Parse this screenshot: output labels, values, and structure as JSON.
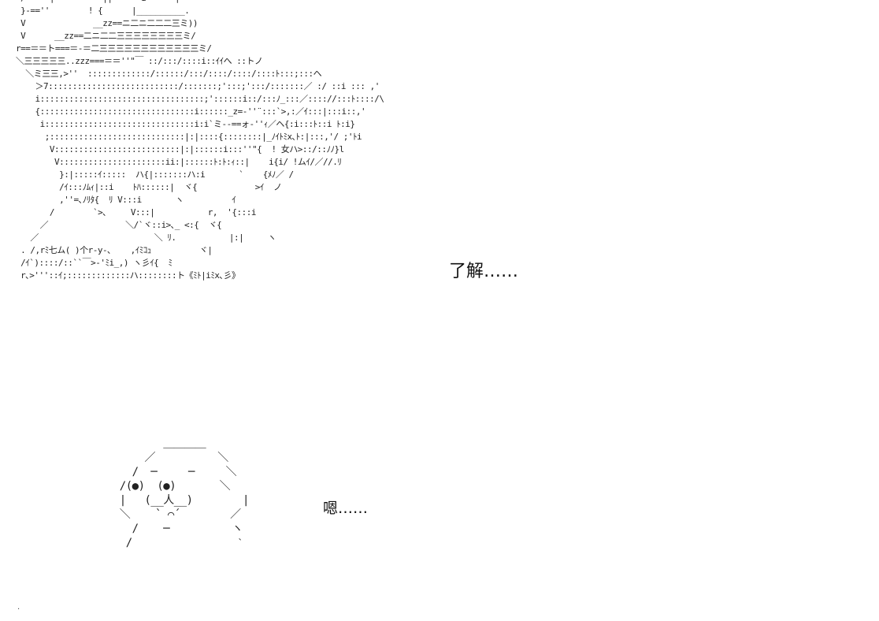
{
  "panel_1": {
    "ascii_art": " /     |          ||      i      |   \n }-==''        ! {      |__________.\n V              __zz==ニ二ニ二二二三ミ))\n V      __zz==二ニ二二三三三三三三三三ミ/\nr==＝＝ト===＝-＝二三三三三三三三三三三三三ミ/\n＼三三三三三..zzz===＝＝''\"￣ ::/:::/::::i::ｲｲへ ::トノ\n  ＼ミ三三,>''  :::::::::::::/::::::/:::/::::/::::/::::ﾄ:::;:::ヘ\n    ＞7:::::::::::::::::::::::::::/:::::::;':::;':::/:::::::／ :/ ::i ::: ,'\n    i::::::::::::::::::::::::::::::::::;'::::::i::/:::ﾉ_:::／:::://:::ﾄ::::/\\\n    {::::::::::::::::::::::::::::::::i::::::_z=-''¨:::`>,:／ｲ:::|:::i::,'\n     i:::::::::::::::::::::::::::::::i:i`ミ--==ォ-''ｨ／ヘ{:i:::ﾄ::i ﾄ:i}\n      ;::::::::::::::::::::::::::::|:|::::{::::::::|_ﾉｲﾄﾐx､ﾄ:|:::,'/ ;'ﾄi\n       V::::::::::::::::::::::::::|:|::::::i:::''\"{  ! 女ハ>::/::ﾉﾉ}l\n        V::::::::::::::::::::::ii:|::::::ﾄ:ﾄ:ｨ::|    i{i/ !ムｲ/／//.ﾘ\n         }:|:::::ｲ:::::  ハ{|:::::::ハ:i       `    {ﾒﾉ／ /\n         /ｲ:::ﾉﾑｨ|::i    ﾄﾊ::::::|  ヾ{            >ｲ  ノ\n         ,''=､ﾉﾘﾀ{  ﾘ V:::i       ヽ          ｲ\n       /        `>､     V:::|           r,  '{:::i\n     ／                ＼/`ヾ::i>､_ <:{  ヾ{\n   ／                        ＼ ﾘ.           |:|     ヽ\n . /,rﾐ七ム( )个r-y-､    ,ｲﾐｺｭ          ヾ|\n /ｲ`)::::/::``￣>-'ﾐi_,) ヽ彡ｲ{  ﾐ\n r､>'''::ｲ;:::::::::::::ハ::::::::ト《ﾐﾄ|iﾐx､彡》",
    "speech": "了解……"
  },
  "panel_2": {
    "ascii_art": "          ＿＿＿＿\n       ／          ＼\n     /  ─     ─     ＼\n   /(●)  (●)       ＼\n   |   (__人__)        |\n   ＼    ` ⌒´        ／\n     /    ─          ヽ\n    /                 ˋ",
    "speech": "嗯……"
  },
  "colors": {
    "background": "#ffffff",
    "text": "#111111"
  }
}
